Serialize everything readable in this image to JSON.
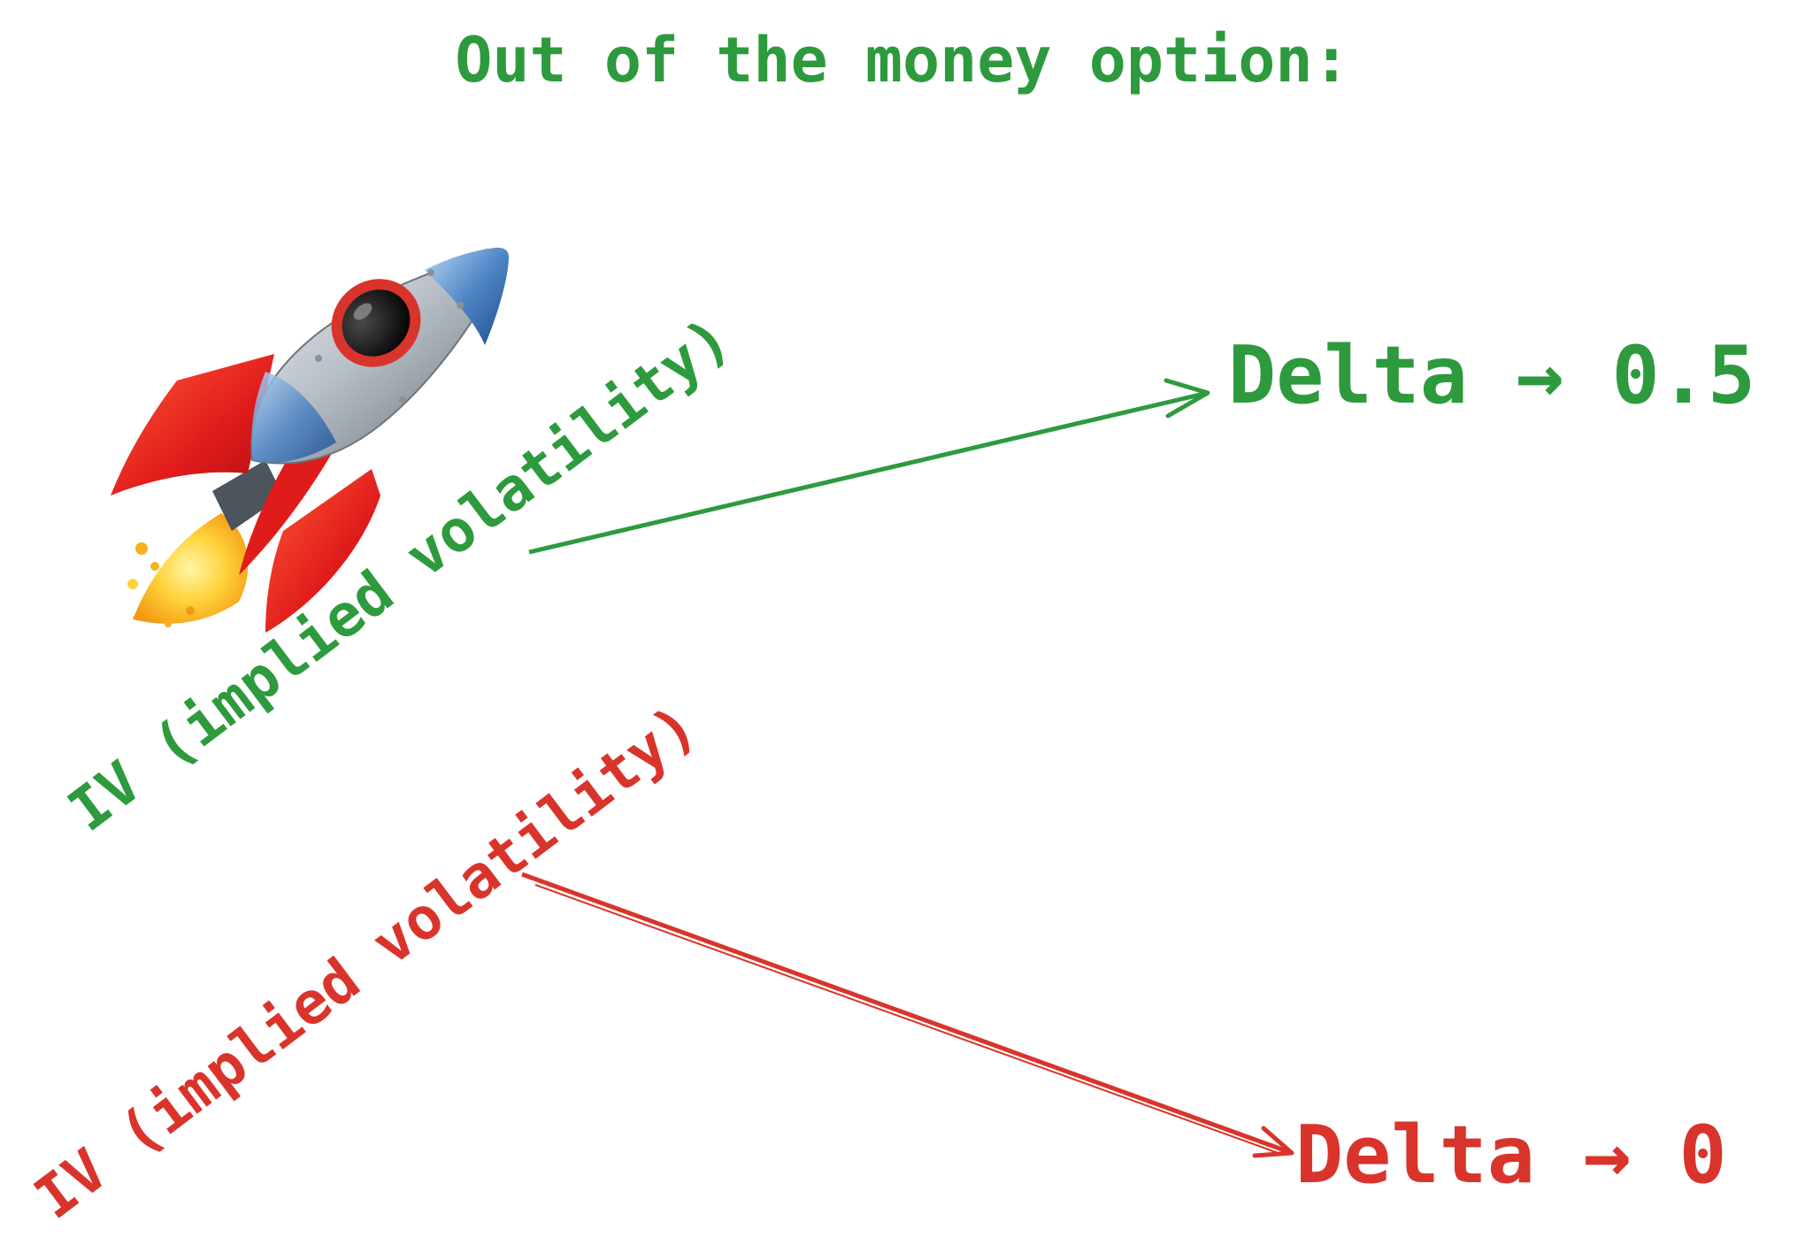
{
  "title": "Out of the money option:",
  "colors": {
    "green": "#2e9a3e",
    "red": "#d9342b",
    "background": "#ffffff"
  },
  "rocket": {
    "icon": "rocket-icon"
  },
  "iv_up": {
    "label": "IV (implied volatility)",
    "direction": "up",
    "result": "Delta → 0.5"
  },
  "iv_down": {
    "label": "IV (implied volatility)",
    "direction": "down",
    "result": "Delta → 0"
  }
}
